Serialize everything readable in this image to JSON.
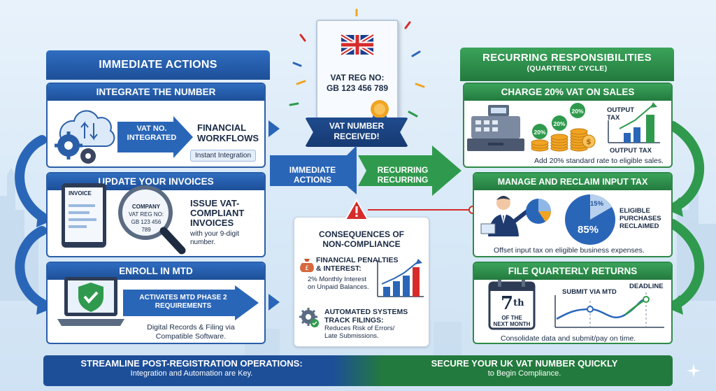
{
  "certificate": {
    "reg_line1": "VAT REG NO:",
    "reg_line2": "GB 123 456 789",
    "banner": "VAT NUMBER RECEIVED!"
  },
  "immediate": {
    "header": "IMMEDIATE ACTIONS",
    "integrate": {
      "title": "INTEGRATE THE NUMBER",
      "arrow_line1": "VAT NO.",
      "arrow_line2": "INTEGRATED",
      "workflows_line1": "FINANCIAL",
      "workflows_line2": "WORKFLOWS",
      "tag": "Instant Integration"
    },
    "invoices": {
      "title": "UPDATE YOUR INVOICES",
      "invoice_label": "INVOICE",
      "lens_company": "COMPANY",
      "lens_reg1": "VAT REG NO:",
      "lens_reg2": "GB 123 456 789",
      "heading_line1": "ISSUE VAT-",
      "heading_line2": "COMPLIANT",
      "heading_line3": "INVOICES",
      "sub_line1": "with your 9-digit",
      "sub_line2": "number."
    },
    "mtd": {
      "title": "ENROLL IN MTD",
      "arrow_line1": "ACTIVATES MTD PHASE 2",
      "arrow_line2": "REQUIREMENTS",
      "sub_line1": "Digital Records & Filing via",
      "sub_line2": "Compatible Software."
    }
  },
  "middle": {
    "immediate_line1": "IMMEDIATE",
    "immediate_line2": "ACTIONS",
    "recurring_line1": "RECURRING",
    "recurring_line2": "RECURRING",
    "consequences": {
      "title_line1": "CONSEQUENCES OF",
      "title_line2": "NON-COMPLIANCE",
      "penalty_head1": "FINANCIAL PENALTIES",
      "penalty_head2": "& INTEREST:",
      "penalty_sub1": "2% Monthly Interest",
      "penalty_sub2": "on Unpaid Balances.",
      "auto_head1": "AUTOMATED SYSTEMS",
      "auto_head2": "TRACK FILINGS:",
      "auto_sub1": "Reduces Risk of Errors/",
      "auto_sub2": "Late Submissions."
    }
  },
  "recurring": {
    "header_line1": "RECURRING RESPONSIBILITIES",
    "header_line2": "(QUARTERLY CYCLE)",
    "charge": {
      "title": "CHARGE 20% VAT ON SALES",
      "coin1": "20%",
      "coin2": "20%",
      "coin3": "20%",
      "output_line1": "OUTPUT",
      "output_line2": "TAX",
      "output_bottom": "OUTPUT TAX",
      "desc": "Add 20% standard rate to eligible sales."
    },
    "reclaim": {
      "title": "MANAGE AND RECLAIM INPUT TAX",
      "pie_small": "15%",
      "pie_big": "85%",
      "label_line1": "ELIGIBLE",
      "label_line2": "PURCHASES",
      "label_line3": "RECLAIMED",
      "desc": "Offset input tax on eligible business expenses."
    },
    "returns": {
      "title": "FILE QUARTERLY RETURNS",
      "cal_day": "7",
      "cal_suffix": "th",
      "cal_line1": "OF THE",
      "cal_line2": "NEXT MONTH",
      "submit": "SUBMIT VIA MTD",
      "deadline": "DEADLINE",
      "desc": "Consolidate data and submit/pay on time."
    }
  },
  "footer": {
    "left_head": "STREAMLINE POST-REGISTRATION OPERATIONS:",
    "left_sub": "Integration and Automation are Key.",
    "right_head": "SECURE YOUR UK VAT NUMBER QUICKLY",
    "right_sub": "to Begin Compliance."
  },
  "colors": {
    "blue": "#1d4f98",
    "green": "#237a3e",
    "red": "#d62b2b"
  }
}
